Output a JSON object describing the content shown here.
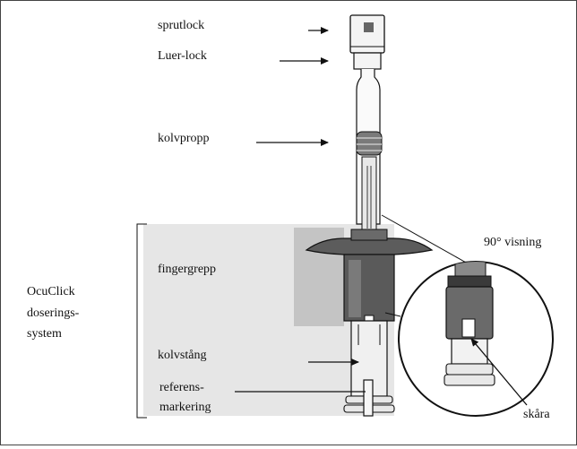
{
  "labels": {
    "sprutlock": "sprutlock",
    "luer_lock": "Luer-lock",
    "kolvpropp": "kolvpropp",
    "view_90": "90° visning",
    "fingergrepp": "fingergrepp",
    "system_line1": "OcuClick",
    "system_line2": "doserings-",
    "system_line3": "system",
    "kolvstang": "kolvstång",
    "referens_line1": "referens-",
    "referens_line2": "markering",
    "skara": "skåra"
  },
  "colors": {
    "outline": "#1a1a1a",
    "panel": "#e6e6e6",
    "panel_inner": "#c4c4c4",
    "dark_part": "#5c5c5c",
    "mid_part": "#8a8a8a",
    "light_part": "#d2d2d2"
  }
}
